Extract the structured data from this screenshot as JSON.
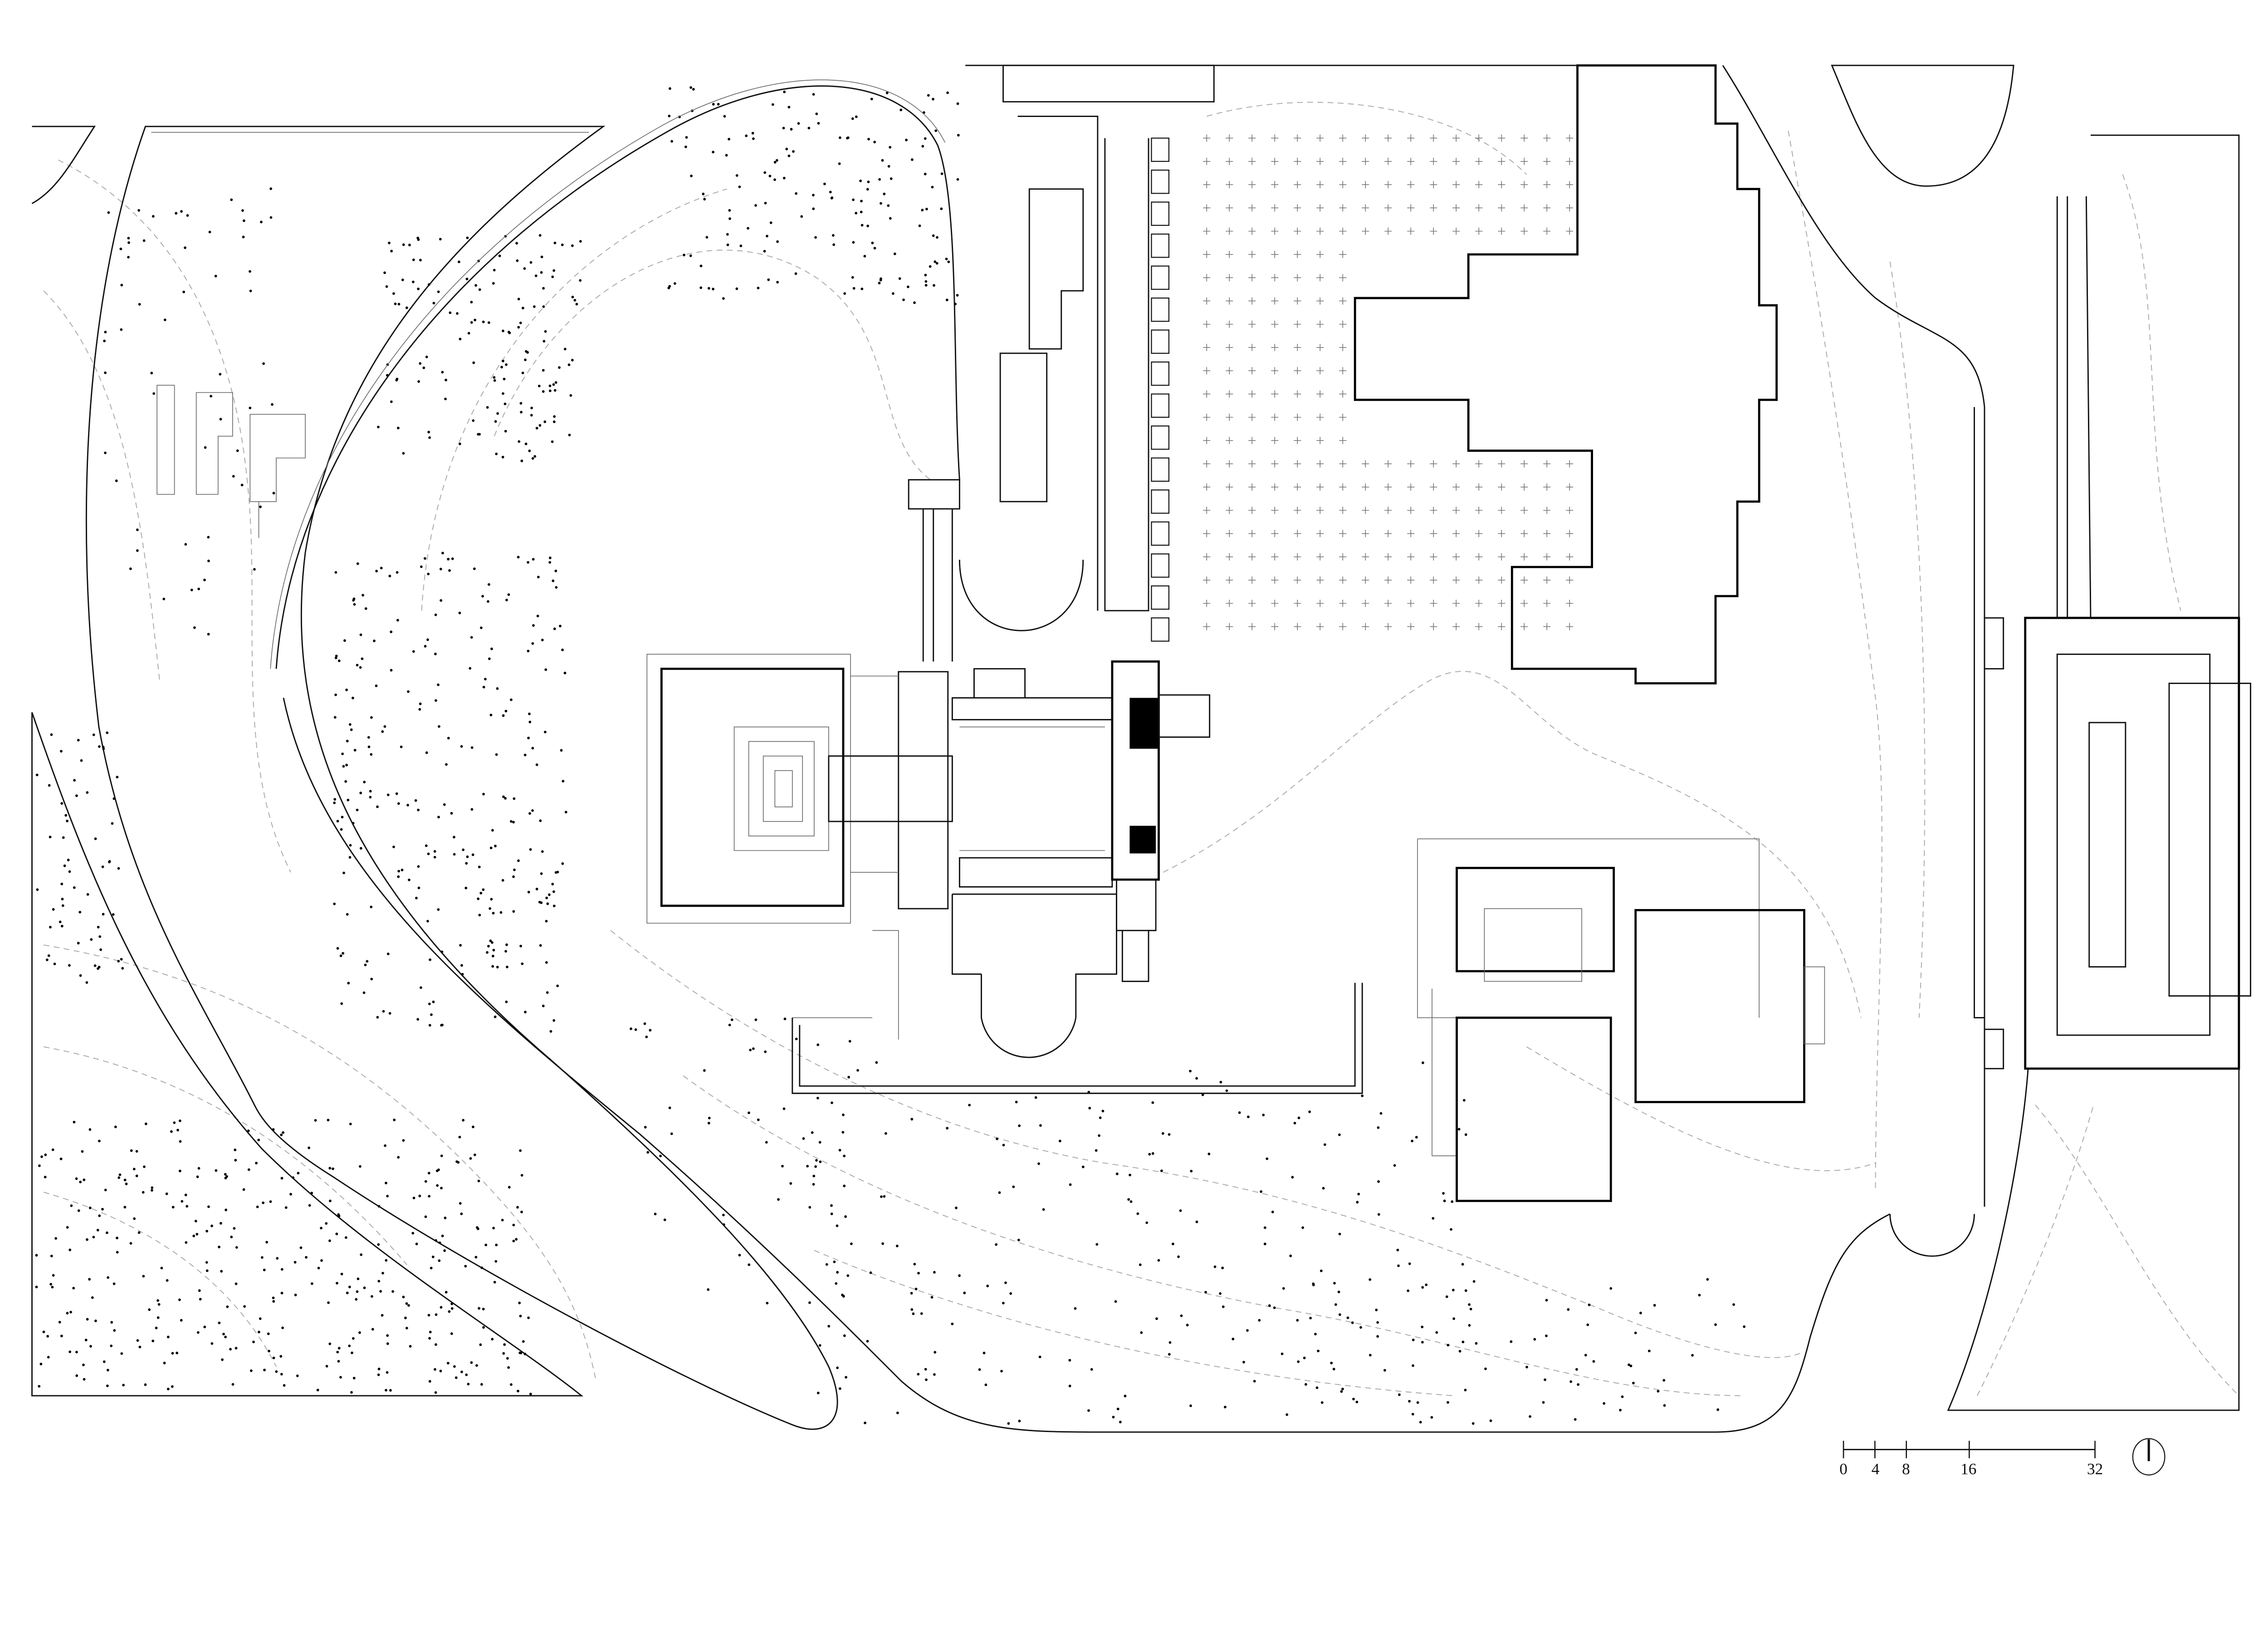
{
  "drawing": {
    "type": "site plan",
    "scale_bar": {
      "labels": [
        "0",
        "4",
        "8",
        "16",
        "32"
      ],
      "values": [
        0,
        4,
        8,
        16,
        32
      ]
    },
    "north_arrow": "north-arrow-icon",
    "colors": {
      "line": "#111111",
      "light_line": "#666666",
      "contour": "#aaaaaa",
      "fill": "#000000"
    }
  }
}
